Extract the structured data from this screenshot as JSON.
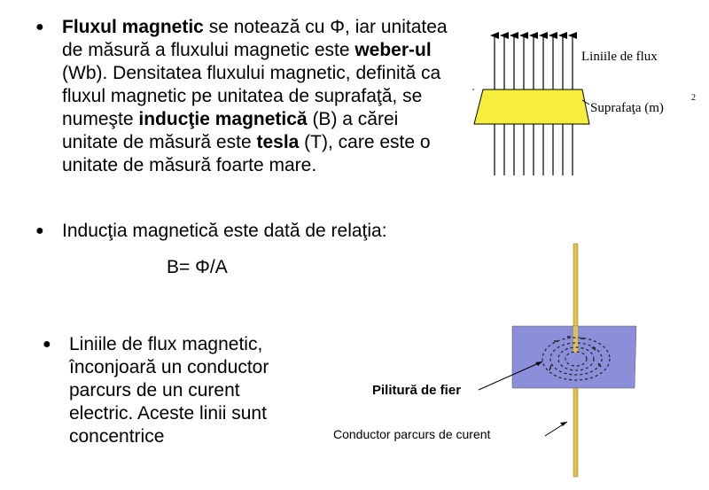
{
  "bullets": {
    "item1": {
      "p1": "Fluxul magnetic",
      "p2": " se notează cu Φ, iar unitatea de măsură a fluxului magnetic este ",
      "p3": "weber-ul",
      "p4": " (Wb). Densitatea fluxului magnetic, definită ca fluxul magnetic pe unitatea de suprafaţă, se numeşte ",
      "p5": "inducţie magnetică",
      "p6": " (B) a cărei unitate de măsură este ",
      "p7": "tesla",
      "p8": " (T), care este o unitate de măsură foarte mare."
    },
    "item2": "Inducţia magnetică este dată de relaţia:",
    "item3": "Liniile de flux magnetic, înconjoară un conductor parcurs de un curent electric. Aceste linii sunt concentrice"
  },
  "formula": "B= Φ/A",
  "diagram1": {
    "label_lines": "Liniile de flux",
    "label_surface": "Suprafaţa (m)",
    "superscript": "2",
    "arrow_count": 9,
    "colors": {
      "surface": "#f6ee3a",
      "lines": "#000000"
    }
  },
  "diagram2": {
    "label_filings": "Pilitură de fier",
    "label_conductor": "Conductor parcurs de curent",
    "colors": {
      "plate": "#8b8fd9",
      "conductor": "#e0c24a"
    }
  }
}
